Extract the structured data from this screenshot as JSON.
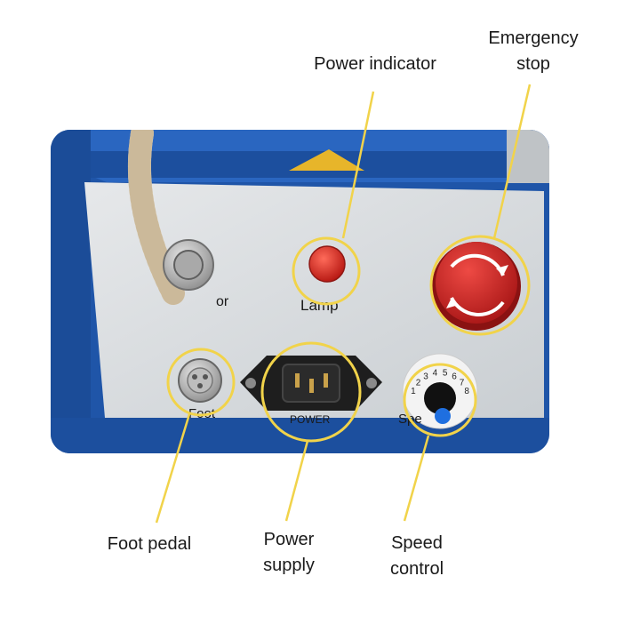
{
  "callouts": {
    "power_indicator": {
      "lines": [
        "Power indicator"
      ]
    },
    "emergency_stop": {
      "lines": [
        "Emergency",
        "stop"
      ]
    },
    "foot_pedal": {
      "lines": [
        "Foot pedal"
      ]
    },
    "power_supply": {
      "lines": [
        "Power",
        "supply"
      ]
    },
    "speed_control": {
      "lines": [
        "Speed",
        "control"
      ]
    }
  },
  "panel_labels": {
    "connector_partial": "or",
    "lamp": "Lamp",
    "foot": "Foot",
    "power": "POWER",
    "speed": "Spe"
  },
  "speed_dial_numbers": [
    "1",
    "2",
    "3",
    "4",
    "5",
    "6",
    "7",
    "8"
  ],
  "colors": {
    "highlight_ring": "#f1d34a",
    "machine_blue": "#1f55a8",
    "panel_gray": "#d9dde0",
    "lamp_red": "#d9231f",
    "estop_red": "#cf2424",
    "knob_blue": "#1f6fe0"
  }
}
